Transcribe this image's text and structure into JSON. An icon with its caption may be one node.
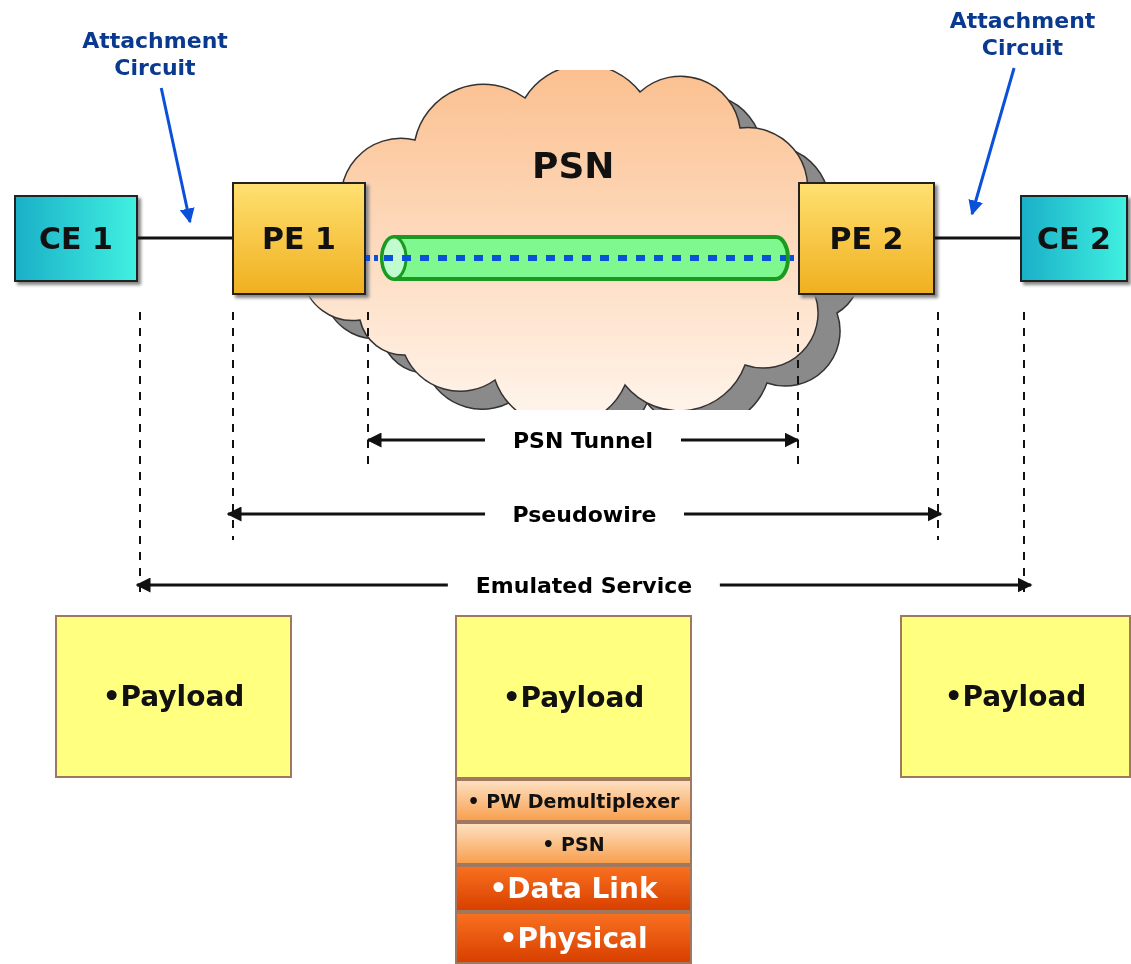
{
  "diagram": {
    "nodes": [
      {
        "text": [
          "PSN"
        ]
      },
      {
        "text": [
          "CE 1"
        ]
      },
      {
        "text": [
          "PE 1"
        ]
      },
      {
        "text": [
          "PE 2"
        ]
      },
      {
        "text": [
          "CE 2"
        ]
      },
      {
        "text": [],
        "shape": "cylinder",
        "in": 0
      },
      {
        "text": [
          "Attachment Circuit"
        ]
      },
      {
        "text": [
          "Attachment Circuit"
        ]
      },
      {
        "text": [
          "•Payload"
        ]
      },
      {
        "text": [
          "•Payload"
        ]
      },
      {
        "text": [
          "• PW Demultiplexer"
        ]
      },
      {
        "text": [
          "• PSN"
        ]
      },
      {
        "text": [
          "•Data Link"
        ]
      },
      {
        "text": [
          "•Physical"
        ]
      },
      {
        "text": [
          "•Payload"
        ]
      }
    ],
    "edges": [
      {
        "from": 1,
        "to": 2,
        "arrow": "none",
        "color": "#111111"
      },
      {
        "from": 3,
        "to": 4,
        "arrow": "none",
        "color": "#111111"
      },
      {
        "from": 2,
        "to": 5,
        "arrow": "none",
        "style": "dashed",
        "color": "#0a50d8"
      },
      {
        "from": 5,
        "to": 3,
        "arrow": "none",
        "style": "dashed",
        "color": "#0a50d8"
      },
      {
        "from": 6,
        "to": null,
        "arrow": "to",
        "color": "#0a50d8"
      },
      {
        "from": 7,
        "to": null,
        "arrow": "to",
        "color": "#0a50d8"
      }
    ],
    "labels": [
      "PSN Tunnel",
      "Pseudowire",
      "Emulated Service"
    ]
  }
}
